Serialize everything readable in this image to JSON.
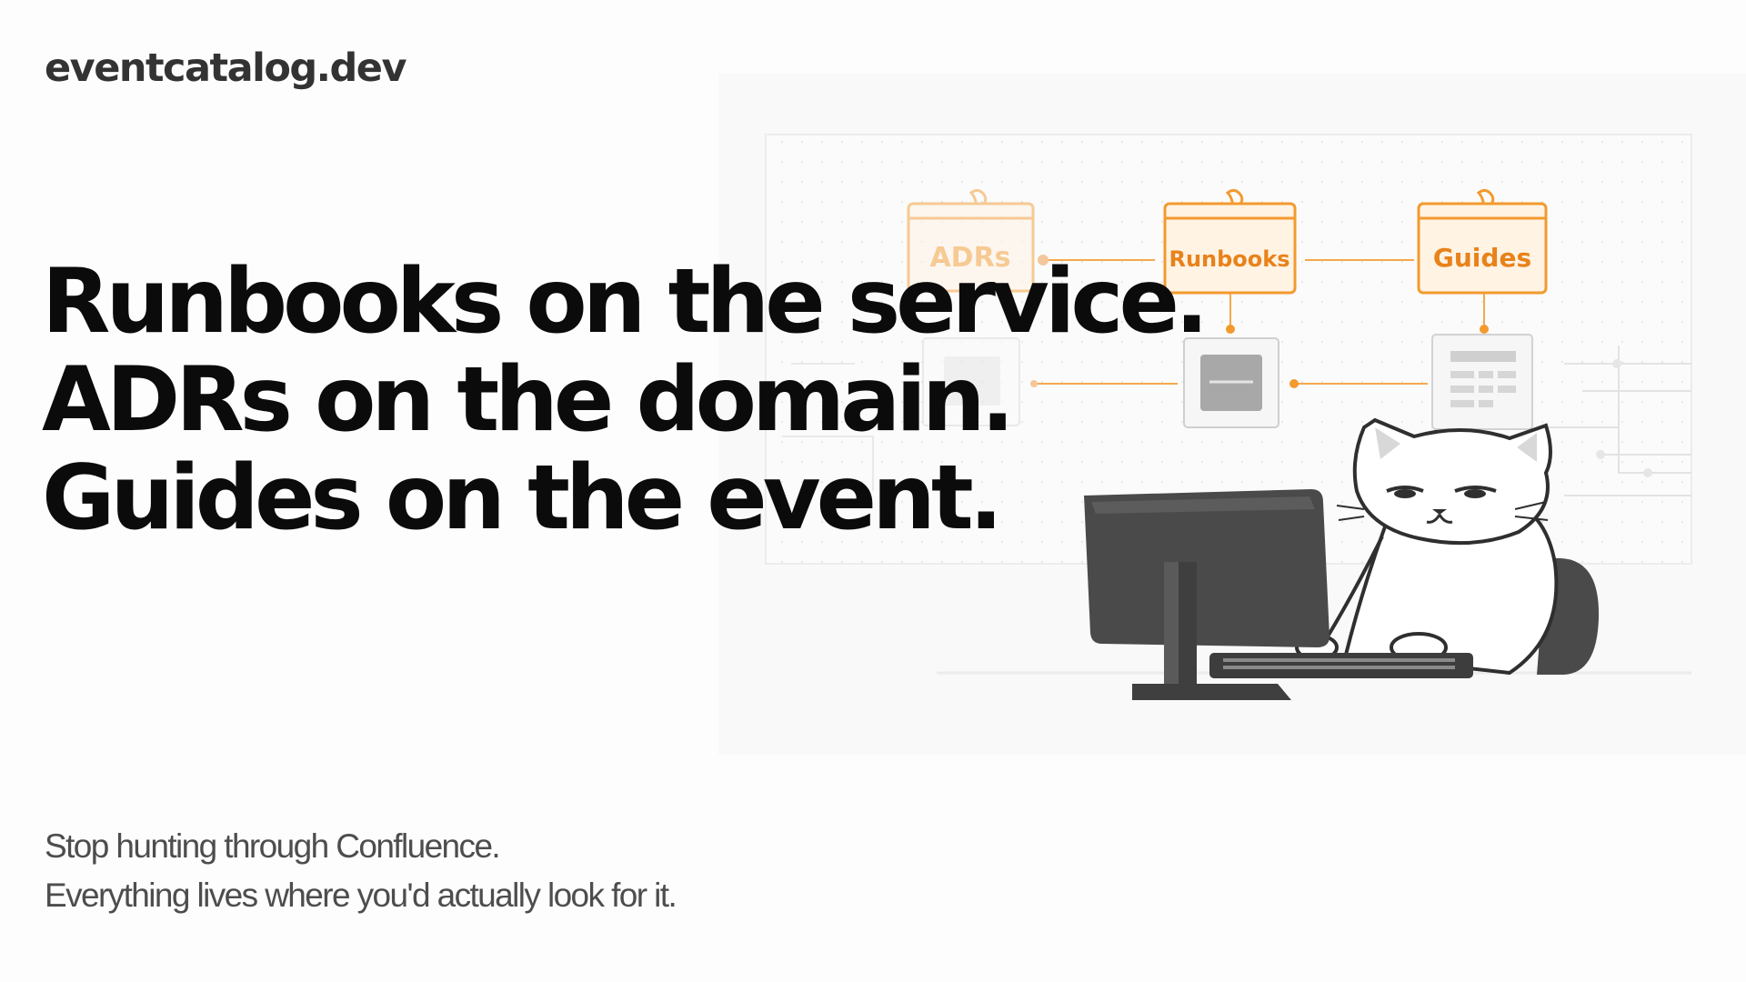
{
  "brand": {
    "site": "eventcatalog.dev"
  },
  "headline": {
    "line1": "Runbooks on the service.",
    "line2": "ADRs on the domain.",
    "line3": "Guides on the event."
  },
  "subtitle": {
    "line1": "Stop hunting through Confluence.",
    "line2": "Everything lives where you'd actually look for it."
  },
  "illustration": {
    "tags": {
      "adrs": "ADRs",
      "runbooks": "Runbooks",
      "guides": "Guides"
    },
    "accent_color": "#f39a2e",
    "character": "cat-at-computer"
  }
}
